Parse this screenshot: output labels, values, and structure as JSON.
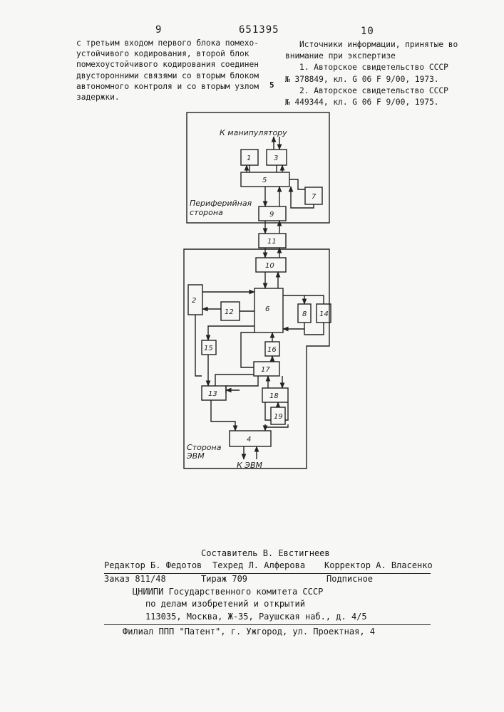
{
  "header": {
    "page_left": "9",
    "patent_number": "651395",
    "page_right": "10"
  },
  "left_column": {
    "lines": [
      "с третьим входом первого блока помехо-",
      "устойчивого кодирования, второй блок",
      "помехоустойчивого кодирования соединен",
      "двусторонними связями со вторым блоком",
      "автономного контроля и со вторым узлом",
      "задержки."
    ],
    "line_number": "5"
  },
  "right_column": {
    "lines": [
      "Источники информации, принятые во",
      "внимание при экспертизе",
      "1. Авторское свидетельство СССР",
      "№ 378849, кл. G 06 F 9/00, 1973.",
      "2. Авторское свидетельство СССР",
      "№ 449344, кл. G 06 F 9/00, 1975."
    ]
  },
  "diagram": {
    "label_manipulator": "К манипулятору",
    "label_peripheral_1": "Периферийная",
    "label_peripheral_2": "сторона",
    "label_computer_1": "Сторона",
    "label_computer_2": "ЭВМ",
    "label_to_computer": "К ЭВМ",
    "blocks": [
      "1",
      "3",
      "5",
      "7",
      "9",
      "11",
      "10",
      "2",
      "12",
      "6",
      "8",
      "14",
      "15",
      "16",
      "17",
      "13",
      "18",
      "19",
      "4"
    ]
  },
  "footer": {
    "compiler": "Составитель  В. Евстигнеев",
    "editor": "Редактор Б. Федотов",
    "techred": "Техред Л. Алферова",
    "corrector": "Корректор А. Власенко",
    "order": "Заказ 811/48",
    "circulation": "Тираж 709",
    "subscription": "Подписное",
    "org_1": "ЦНИИПИ Государственного комитета СССР",
    "org_2": "по делам изобретений и открытий",
    "address": "113035, Москва, Ж-35, Раушская наб., д. 4/5",
    "branch": "Филиал ППП \"Патент\", г. Ужгород, ул. Проектная, 4"
  }
}
